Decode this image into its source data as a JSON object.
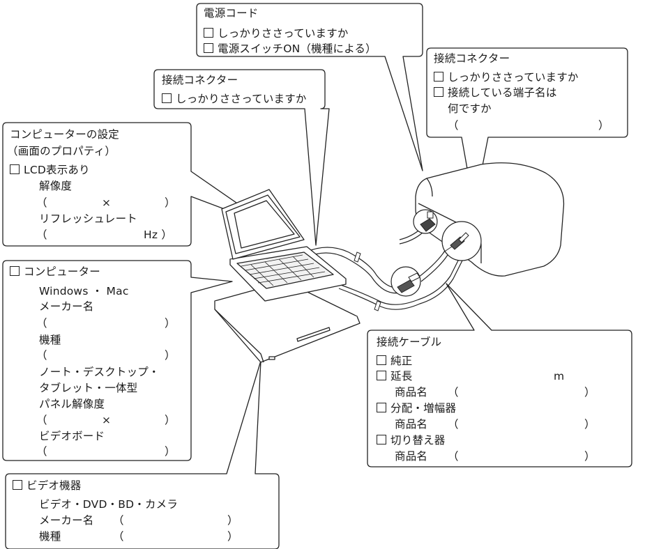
{
  "power_cord": {
    "title": "電源コード",
    "items": [
      "しっかりささっていますか",
      "電源スイッチON（機種による）"
    ]
  },
  "projector_connector": {
    "title": "接続コネクター",
    "items": [
      "しっかりささっていますか",
      "接続している端子名は"
    ],
    "sub": "何ですか",
    "paren_open": "（",
    "paren_close": "）"
  },
  "laptop_connector": {
    "title": "接続コネクター",
    "items": [
      "しっかりささっていますか"
    ]
  },
  "computer_settings": {
    "title": "コンピューターの設定",
    "subtitle": "（画面のプロパティ）",
    "lcd": "LCD表示あり",
    "resolution_label": "解像度",
    "paren_open": "（",
    "times": "×",
    "paren_close": "）",
    "refresh_label": "リフレッシュレート",
    "hz": "Hz ）"
  },
  "computer": {
    "title": "コンピューター",
    "os": "Windows ・ Mac",
    "maker_label": "メーカー名",
    "model_label": "機種",
    "type_line1": "ノート・デスクトップ・",
    "type_line2": "タブレット・一体型",
    "panel_label": "パネル解像度",
    "video_board_label": "ビデオボード",
    "paren_open": "（",
    "times": "×",
    "paren_close": "）"
  },
  "video_equipment": {
    "title": "ビデオ機器",
    "devices": "ビデオ・DVD・BD・カメラ",
    "maker_label": "メーカー名",
    "model_label": "機種",
    "paren_open": "（",
    "paren_close": "）"
  },
  "cable": {
    "title": "接続ケーブル",
    "genuine": "純正",
    "extension": "延長",
    "unit_m": "m",
    "product_label": "商品名",
    "splitter": "分配・増幅器",
    "switcher": "切り替え器",
    "paren_open": "（",
    "paren_close": "）"
  }
}
